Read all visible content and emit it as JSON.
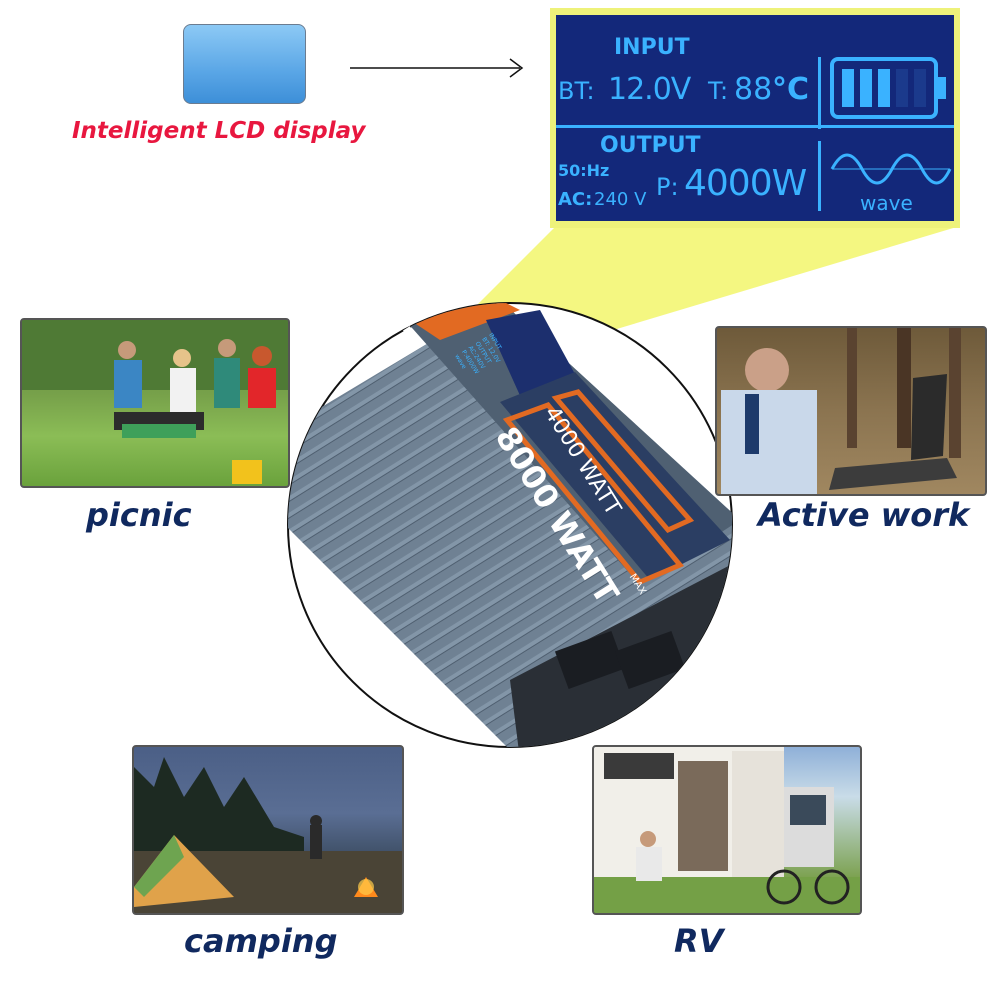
{
  "lcd_callout": {
    "caption": "Intelligent LCD display",
    "input_label": "INPUT",
    "bt_label": "BT:",
    "bt_value": "12.0V",
    "temp_label": "T:",
    "temp_value": "88",
    "temp_unit": "°C",
    "output_label": "OUTPUT",
    "hz_label": "50:Hz",
    "ac_label": "AC:",
    "ac_value": "240 V",
    "power_label": "P:",
    "power_value": "4000W",
    "wave_label": "wave",
    "battery_level_bars": 3,
    "battery_total_bars": 5
  },
  "product": {
    "rating_continuous": "4000 WATT",
    "rating_peak": "8000 WATT",
    "peak_suffix": "MAX",
    "brand_fragment": "TER",
    "mini_lcd": {
      "input": "INPUT",
      "bt": "BT: 12.0V",
      "output": "OUTPUT",
      "ac": "AC:240V",
      "p": "P:4000W",
      "wave": "wave"
    }
  },
  "uses": [
    {
      "caption": "picnic"
    },
    {
      "caption": "Active work"
    },
    {
      "caption": "camping"
    },
    {
      "caption": "RV"
    }
  ],
  "colors": {
    "caption_red": "#e8173f",
    "caption_navy": "#10295f",
    "lcd_bg": "#13287a",
    "lcd_text": "#3ab2ff",
    "highlight_yellow": "#f3f77a",
    "inverter_body": "#6f8193",
    "label_orange": "#e26a22"
  }
}
